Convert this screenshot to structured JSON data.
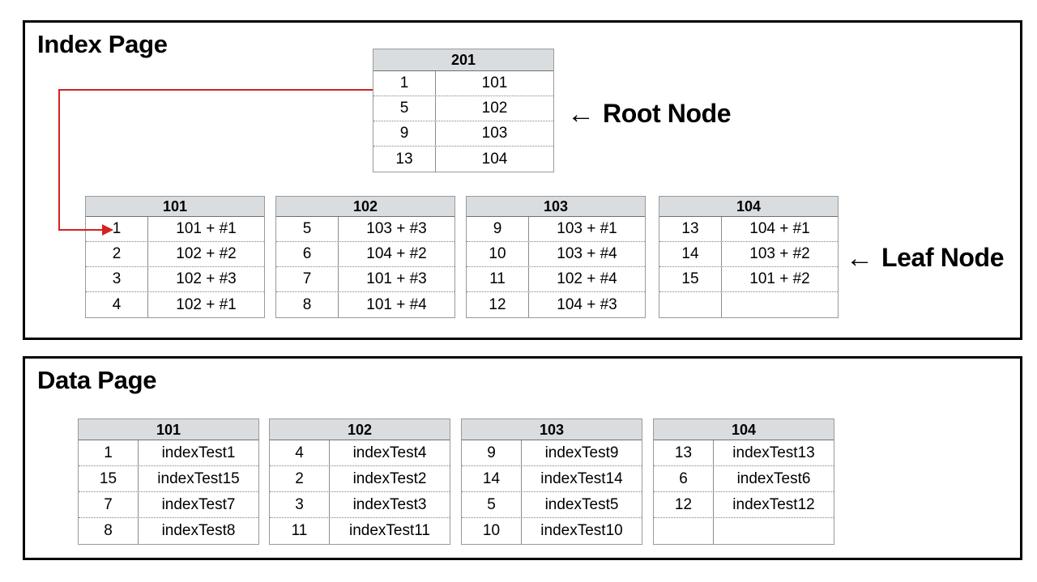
{
  "diagram": {
    "title": "B+Tree index page and data page layout",
    "accent_red": "#d42121",
    "header_fill": "#d9dde0",
    "border_color": "#000000"
  },
  "panels": {
    "index": {
      "title": "Index Page",
      "callouts": [
        {
          "name": "root",
          "arrow": "←",
          "label": "Root Node"
        },
        {
          "name": "leaf",
          "arrow": "←",
          "label": "Leaf Node"
        }
      ],
      "root_node": {
        "header": "201",
        "rows": [
          {
            "key": "1",
            "value": "101"
          },
          {
            "key": "5",
            "value": "102"
          },
          {
            "key": "9",
            "value": "103"
          },
          {
            "key": "13",
            "value": "104"
          }
        ]
      },
      "leaf_nodes": [
        {
          "header": "101",
          "rows": [
            {
              "key": "1",
              "value": "101 + #1"
            },
            {
              "key": "2",
              "value": "102 + #2"
            },
            {
              "key": "3",
              "value": "102 + #3"
            },
            {
              "key": "4",
              "value": "102 + #1"
            }
          ]
        },
        {
          "header": "102",
          "rows": [
            {
              "key": "5",
              "value": "103 + #3"
            },
            {
              "key": "6",
              "value": "104 + #2"
            },
            {
              "key": "7",
              "value": "101 + #3"
            },
            {
              "key": "8",
              "value": "101 + #4"
            }
          ]
        },
        {
          "header": "103",
          "rows": [
            {
              "key": "9",
              "value": "103 + #1"
            },
            {
              "key": "10",
              "value": "103 + #4"
            },
            {
              "key": "11",
              "value": "102 + #4"
            },
            {
              "key": "12",
              "value": "104 + #3"
            }
          ]
        },
        {
          "header": "104",
          "rows": [
            {
              "key": "13",
              "value": "104 + #1"
            },
            {
              "key": "14",
              "value": "103 + #2"
            },
            {
              "key": "15",
              "value": "101 + #2"
            },
            {
              "key": "",
              "value": ""
            }
          ]
        }
      ]
    },
    "data": {
      "title": "Data Page",
      "data_nodes": [
        {
          "header": "101",
          "rows": [
            {
              "key": "1",
              "value": "indexTest1"
            },
            {
              "key": "15",
              "value": "indexTest15"
            },
            {
              "key": "7",
              "value": "indexTest7"
            },
            {
              "key": "8",
              "value": "indexTest8"
            }
          ]
        },
        {
          "header": "102",
          "rows": [
            {
              "key": "4",
              "value": "indexTest4"
            },
            {
              "key": "2",
              "value": "indexTest2"
            },
            {
              "key": "3",
              "value": "indexTest3"
            },
            {
              "key": "11",
              "value": "indexTest11"
            }
          ]
        },
        {
          "header": "103",
          "rows": [
            {
              "key": "9",
              "value": "indexTest9"
            },
            {
              "key": "14",
              "value": "indexTest14"
            },
            {
              "key": "5",
              "value": "indexTest5"
            },
            {
              "key": "10",
              "value": "indexTest10"
            }
          ]
        },
        {
          "header": "104",
          "rows": [
            {
              "key": "13",
              "value": "indexTest13"
            },
            {
              "key": "6",
              "value": "indexTest6"
            },
            {
              "key": "12",
              "value": "indexTest12"
            },
            {
              "key": "",
              "value": ""
            }
          ]
        }
      ]
    }
  }
}
